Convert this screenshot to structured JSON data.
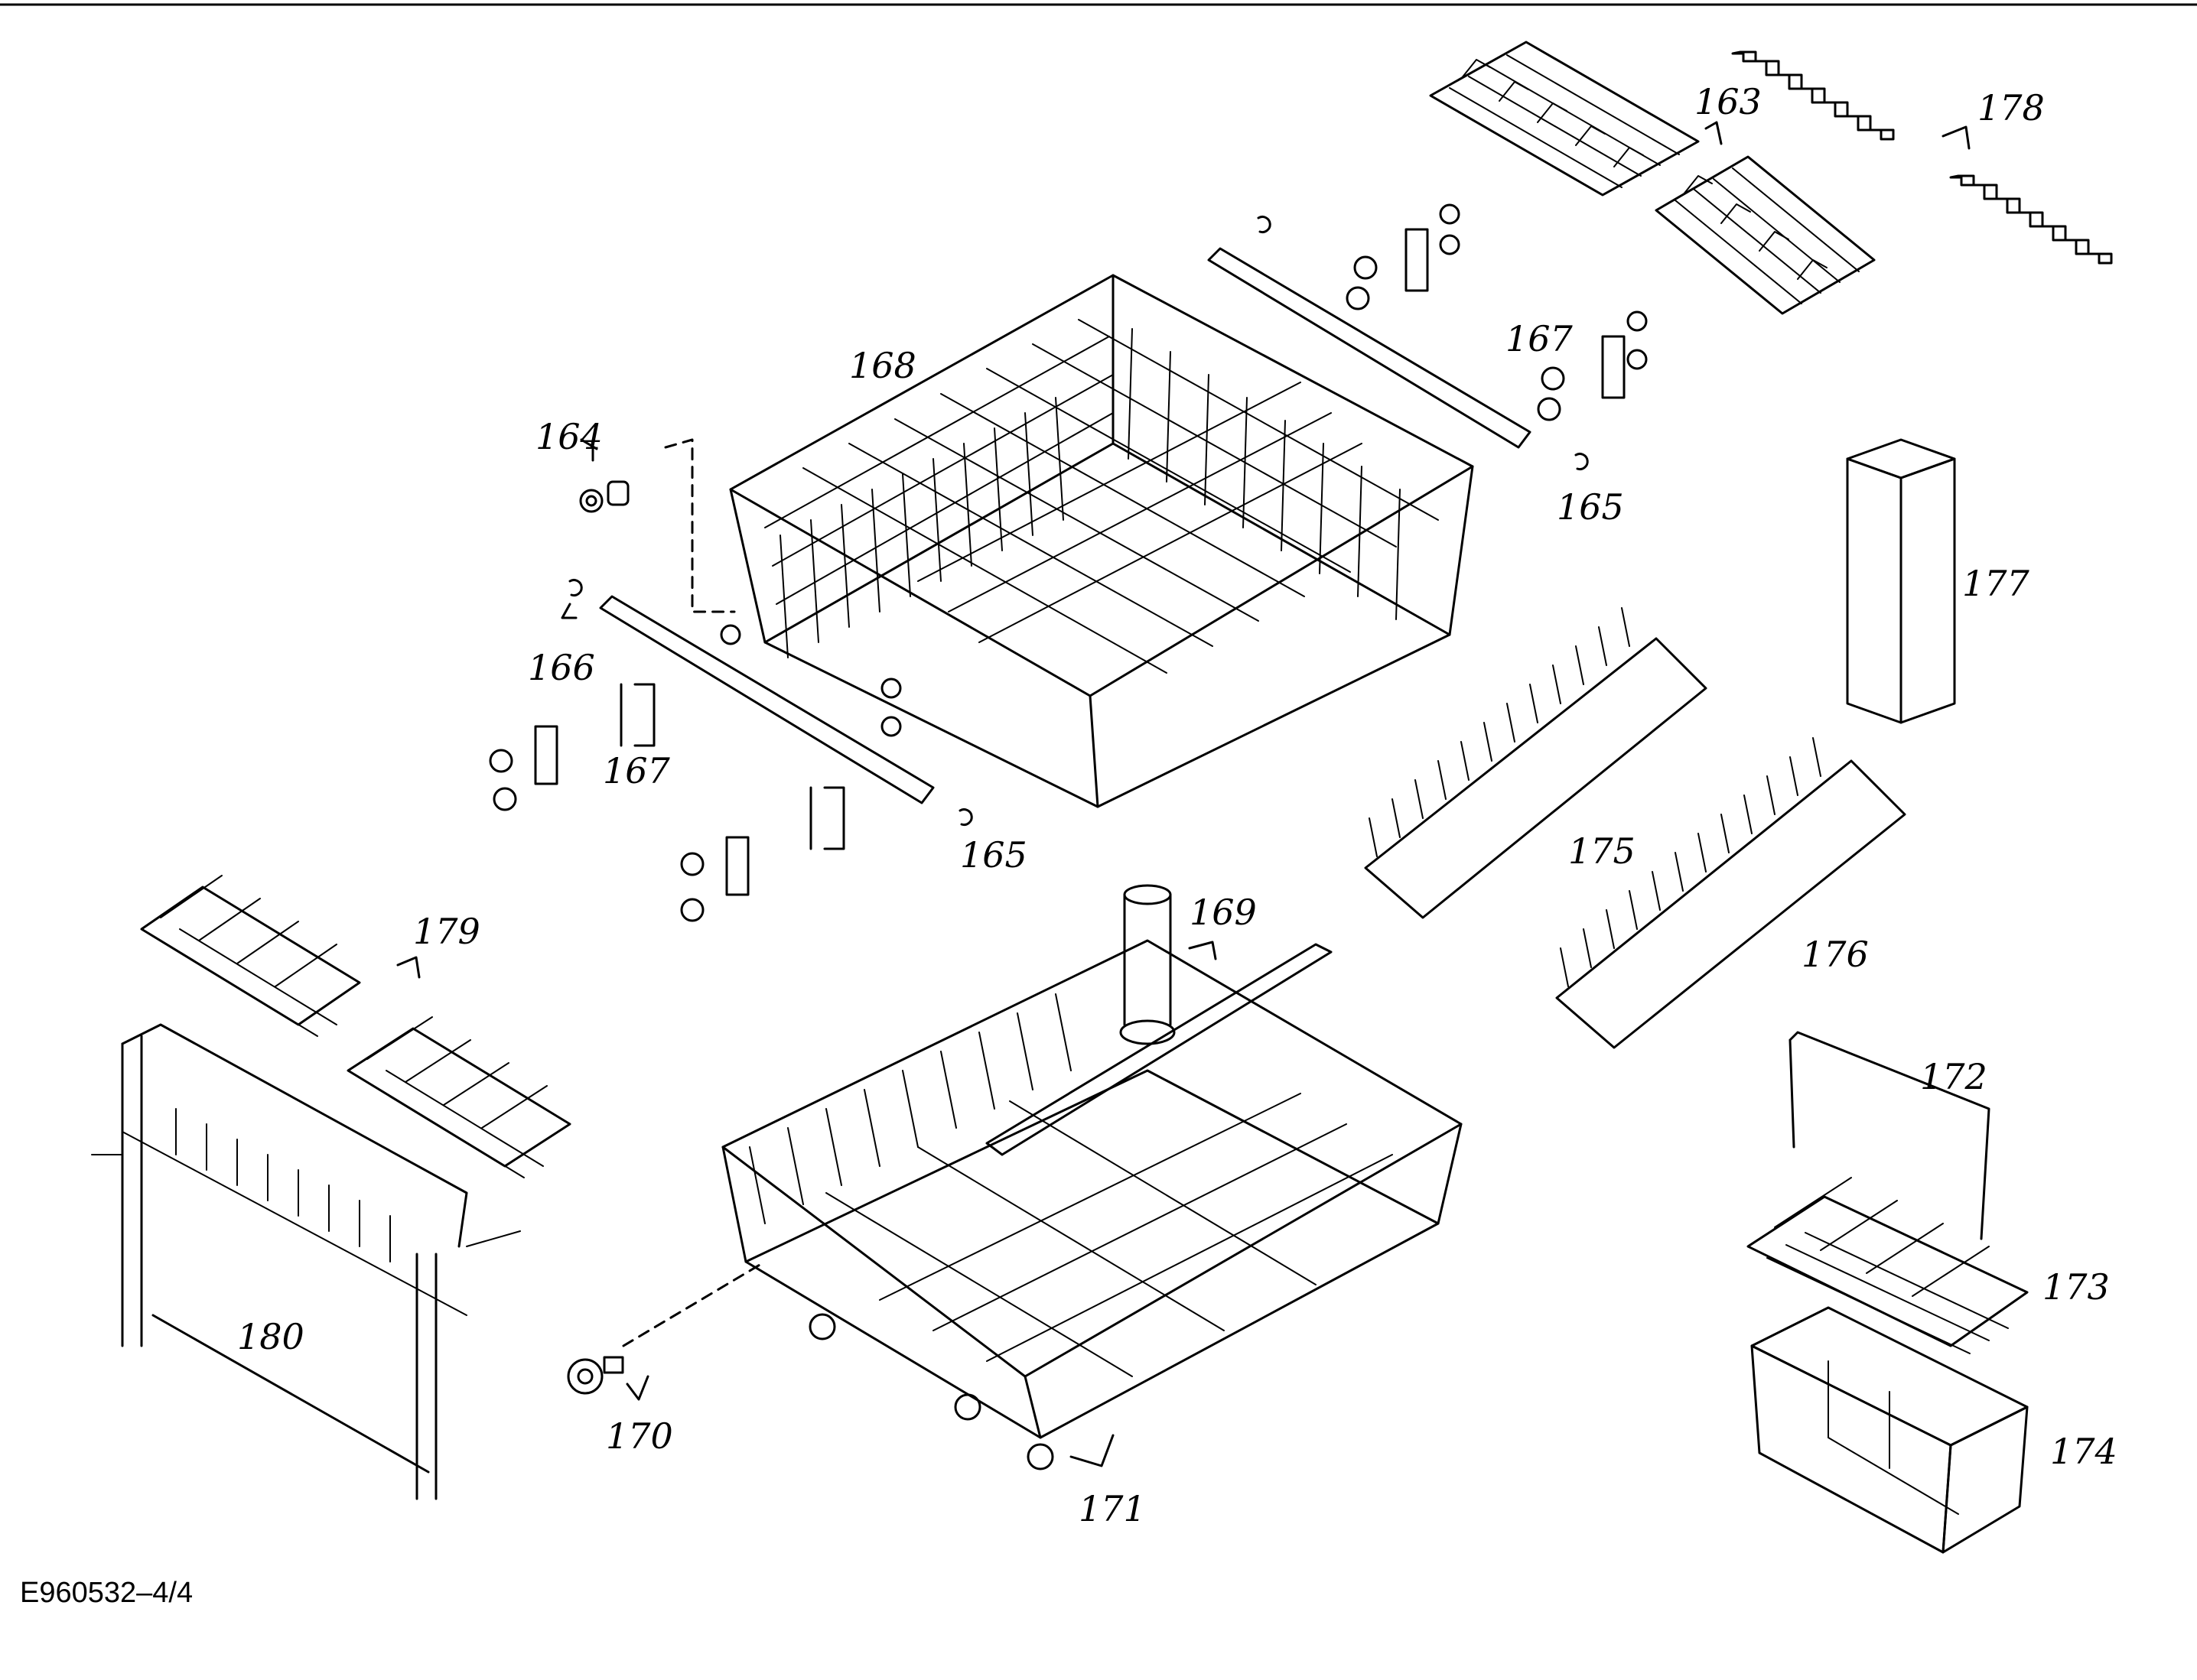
{
  "callouts": {
    "c163": "163",
    "c164": "164",
    "c165a": "165",
    "c165b": "165",
    "c166": "166",
    "c167a": "167",
    "c167b": "167",
    "c168": "168",
    "c169": "169",
    "c170": "170",
    "c171": "171",
    "c172": "172",
    "c173": "173",
    "c174": "174",
    "c175": "175",
    "c176": "176",
    "c177": "177",
    "c178": "178",
    "c179": "179",
    "c180": "180"
  },
  "caption": "E960532–4/4"
}
